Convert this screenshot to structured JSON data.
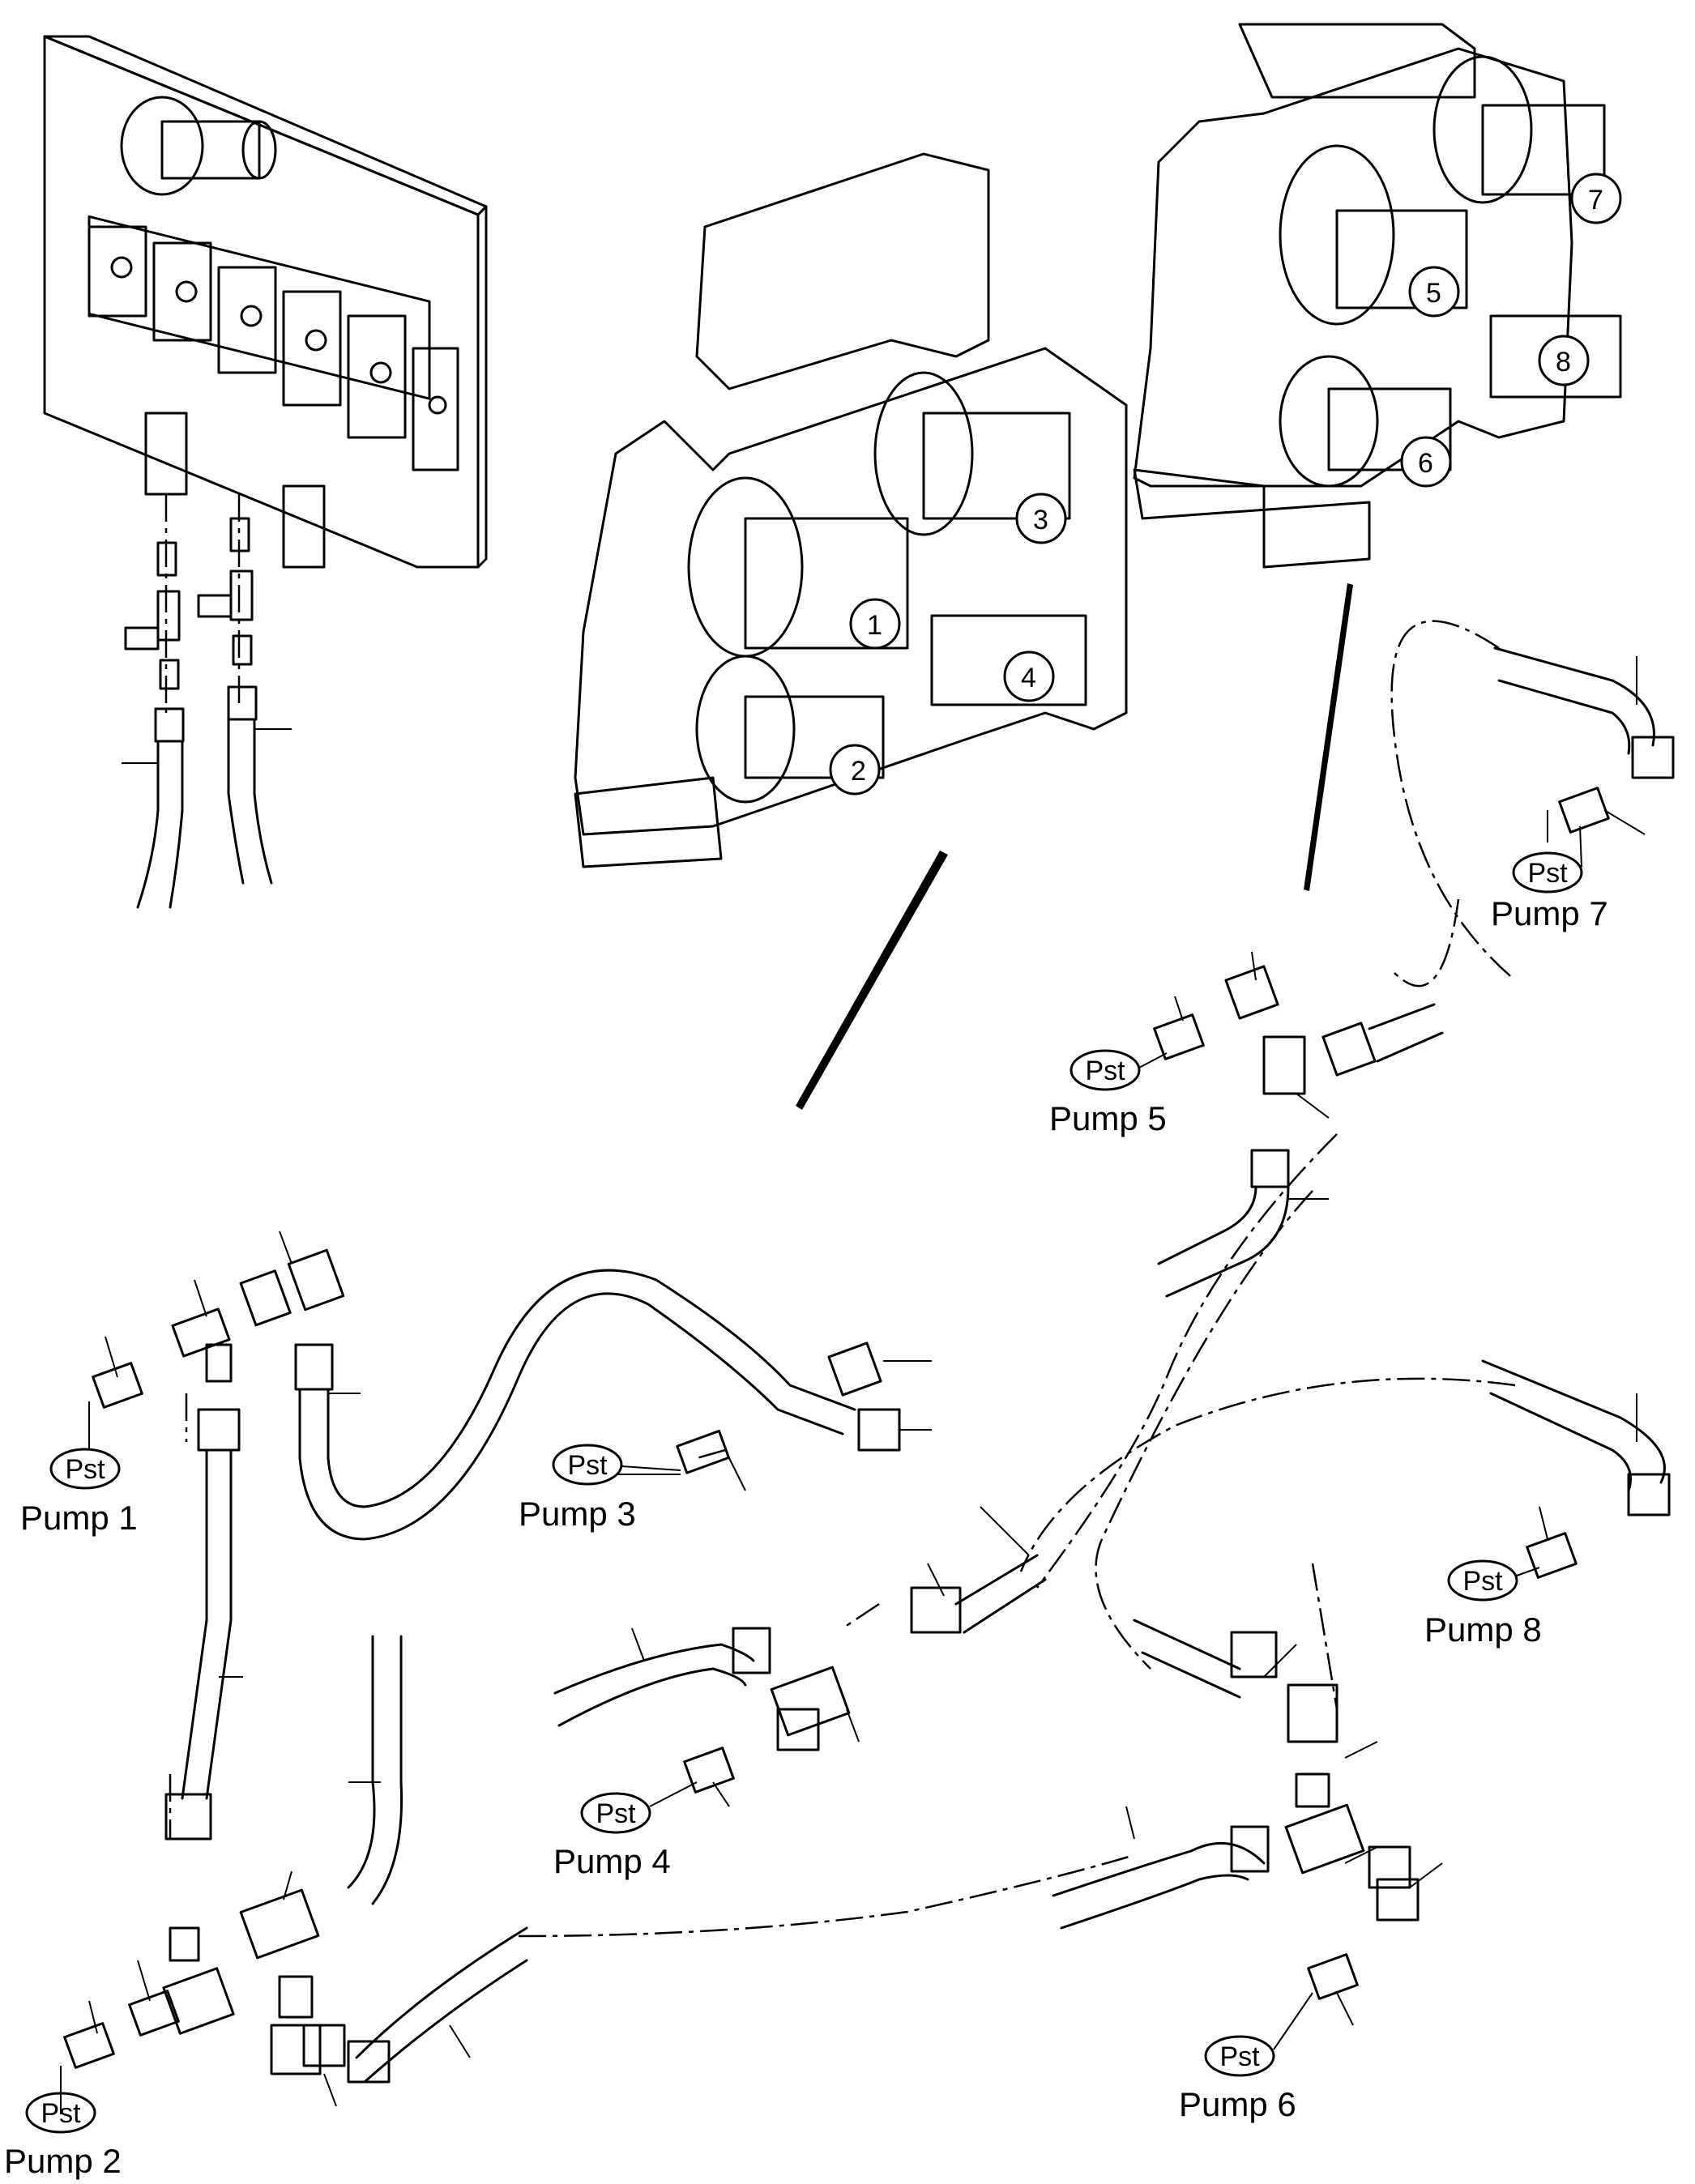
{
  "circuit_labels": {
    "pst": "Pst",
    "pump1": "Pump 1",
    "pump2": "Pump 2",
    "pump3": "Pump 3",
    "pump4": "Pump 4",
    "pump5": "Pump 5",
    "pump6": "Pump 6",
    "pump7": "Pump 7",
    "pump8": "Pump 8"
  },
  "pump_numbers": {
    "n1": "1",
    "n2": "2",
    "n3": "3",
    "n4": "4",
    "n5": "5",
    "n6": "6",
    "n7": "7",
    "n8": "8"
  }
}
